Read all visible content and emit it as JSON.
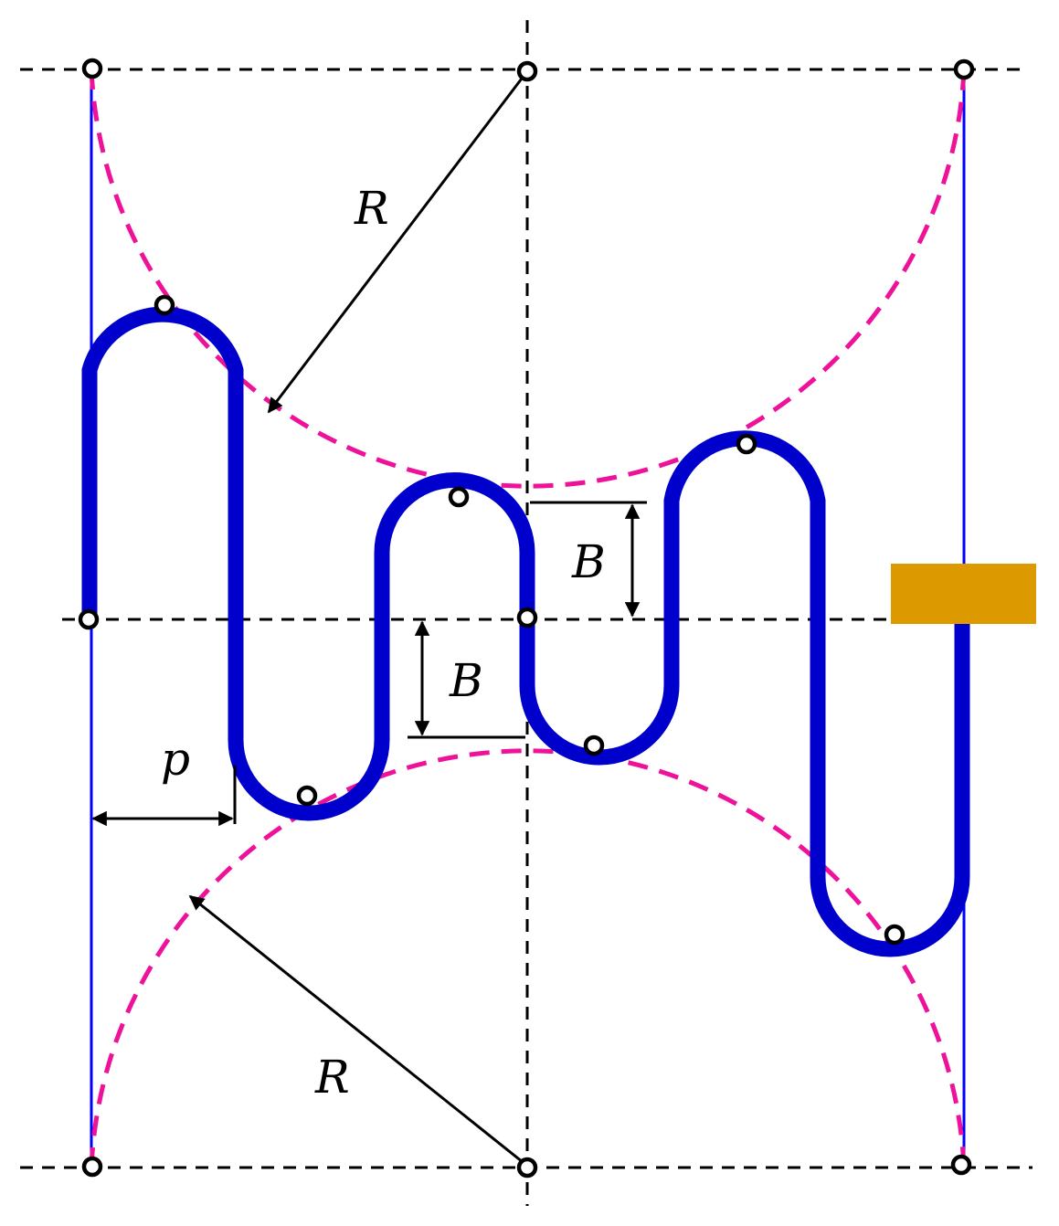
{
  "labels": {
    "radius_top": "R",
    "radius_bottom": "R",
    "offset_upper": "B",
    "offset_lower": "B",
    "pitch": "p"
  },
  "colors": {
    "background": "#ffffff",
    "meander": "#0000cc",
    "boundary": "#0000ff",
    "arc": "#ee1199",
    "axis": "#000000",
    "block": "#dd9900",
    "node_fill": "#ffffff",
    "node_stroke": "#000000"
  }
}
